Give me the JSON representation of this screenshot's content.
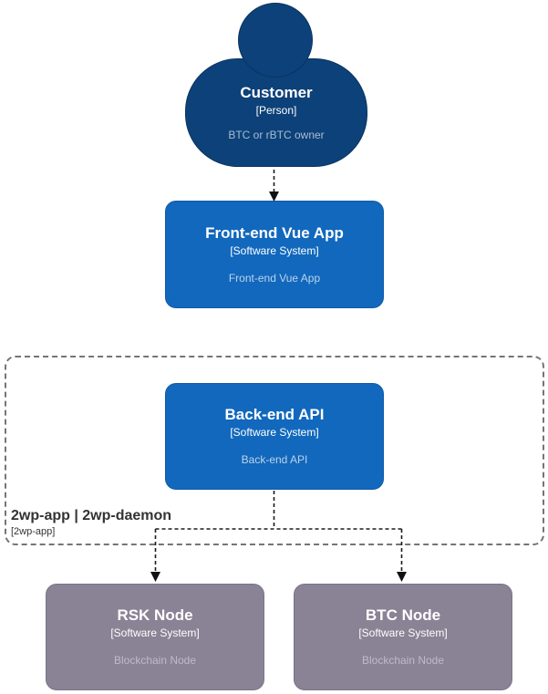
{
  "nodes": {
    "customer": {
      "title": "Customer",
      "subtitle": "[Person]",
      "description": "BTC or rBTC owner"
    },
    "frontend": {
      "title": "Front-end Vue App",
      "subtitle": "[Software System]",
      "description": "Front-end Vue App"
    },
    "backend": {
      "title": "Back-end API",
      "subtitle": "[Software System]",
      "description": "Back-end API"
    },
    "rsk_node": {
      "title": "RSK Node",
      "subtitle": "[Software System]",
      "description": "Blockchain Node"
    },
    "btc_node": {
      "title": "BTC Node",
      "subtitle": "[Software System]",
      "description": "Blockchain Node"
    }
  },
  "boundary": {
    "title": "2wp-app | 2wp-daemon",
    "subtitle": "[2wp-app]"
  },
  "colors": {
    "person_fill": "#0d4179",
    "software_system_fill": "#1168bd",
    "blockchain_node_fill": "#8a8295",
    "boundary_border": "#757575",
    "connector": "#1c1c1c"
  }
}
